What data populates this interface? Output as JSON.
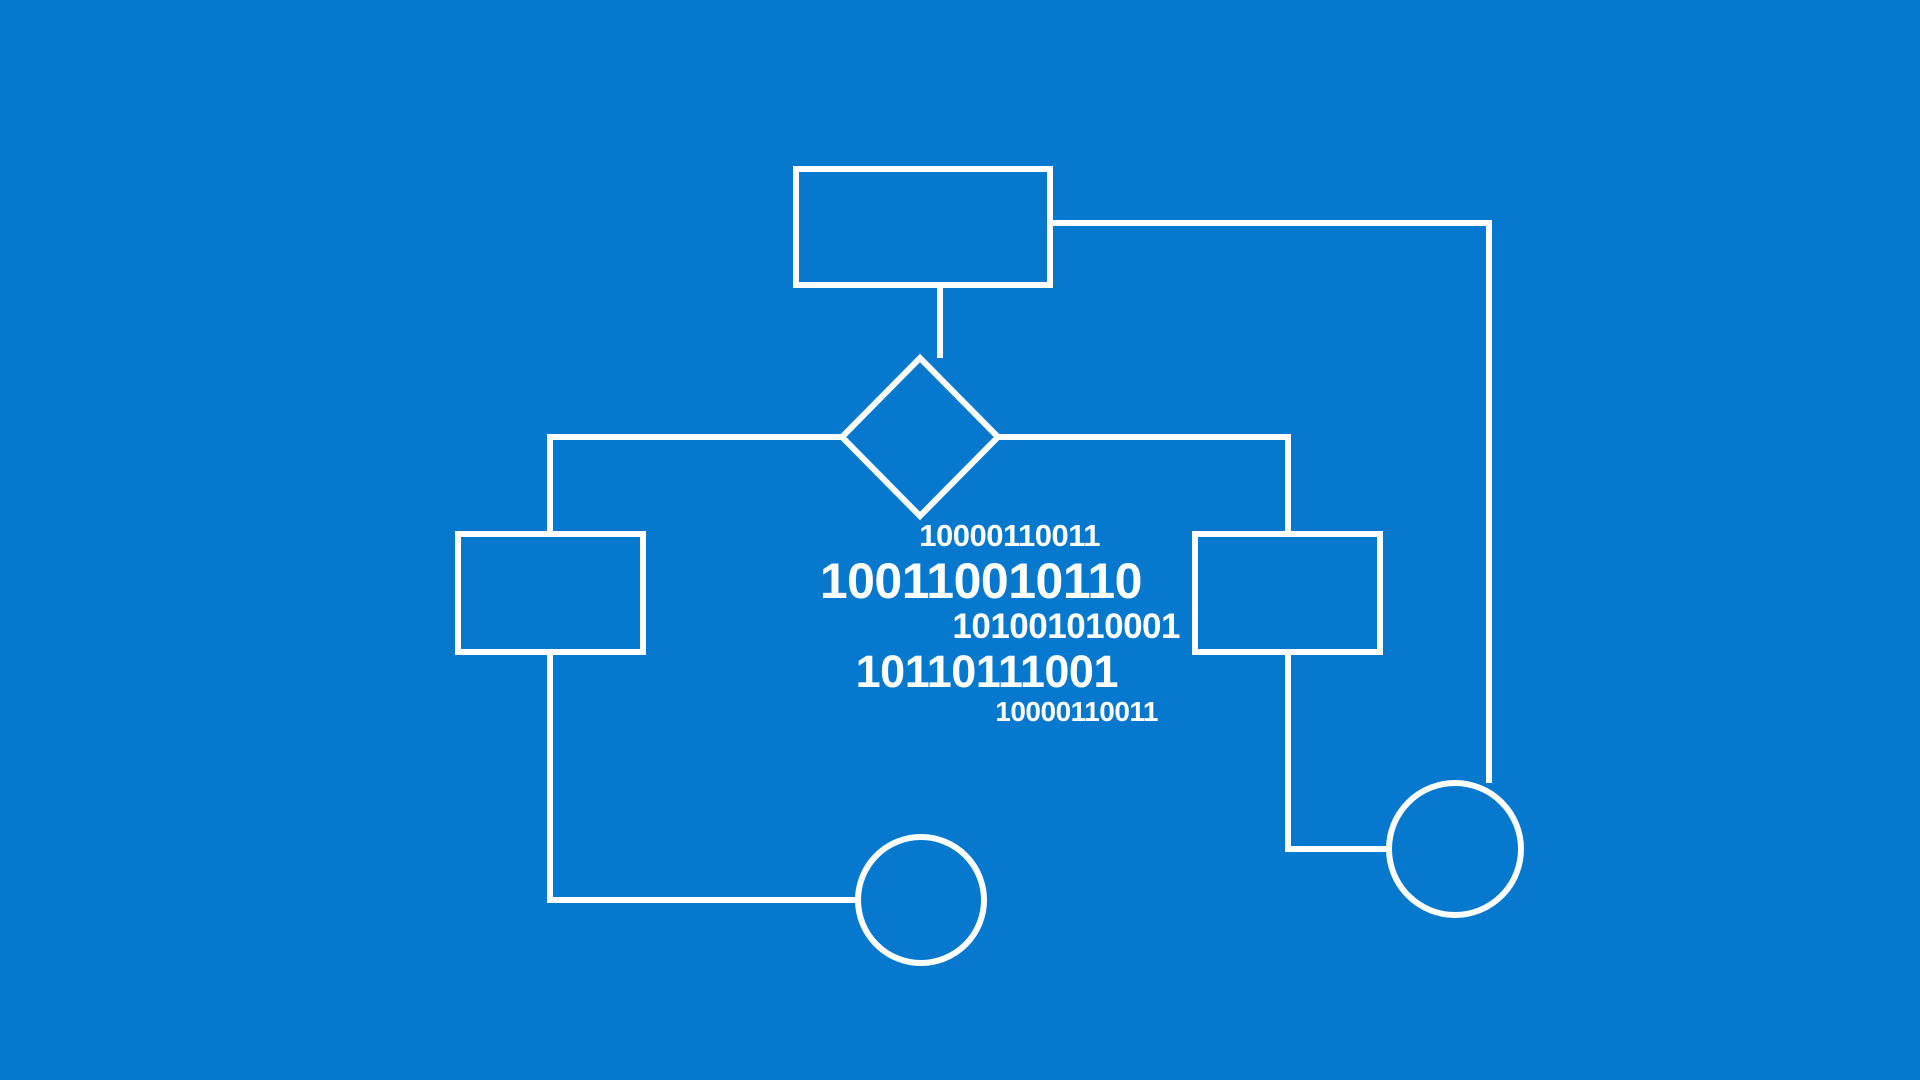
{
  "graphic": {
    "title": "Flowchart with binary code",
    "background_color": "#0678CE",
    "stroke_color": "#FFFFFF",
    "stroke_width": 6
  },
  "binary_text": {
    "lines": [
      "10000110011",
      "100110010110",
      "101001010001",
      "10110111001",
      "10000110011"
    ]
  },
  "flowchart": {
    "nodes": [
      {
        "name": "process-top",
        "shape": "rectangle",
        "label": ""
      },
      {
        "name": "decision",
        "shape": "diamond",
        "label": ""
      },
      {
        "name": "process-left",
        "shape": "rectangle",
        "label": ""
      },
      {
        "name": "process-right",
        "shape": "rectangle",
        "label": ""
      },
      {
        "name": "terminator-left",
        "shape": "circle",
        "label": ""
      },
      {
        "name": "terminator-right",
        "shape": "circle",
        "label": ""
      }
    ],
    "connectors": [
      {
        "name": "top-to-decision",
        "from": "process-top",
        "to": "decision"
      },
      {
        "name": "top-to-right-terminator",
        "from": "process-top",
        "to": "terminator-right"
      },
      {
        "name": "decision-to-left",
        "from": "decision",
        "to": "process-left"
      },
      {
        "name": "decision-to-right",
        "from": "decision",
        "to": "process-right"
      },
      {
        "name": "left-to-left-terminator",
        "from": "process-left",
        "to": "terminator-left"
      },
      {
        "name": "right-to-right-terminator",
        "from": "process-right",
        "to": "terminator-right"
      }
    ]
  }
}
